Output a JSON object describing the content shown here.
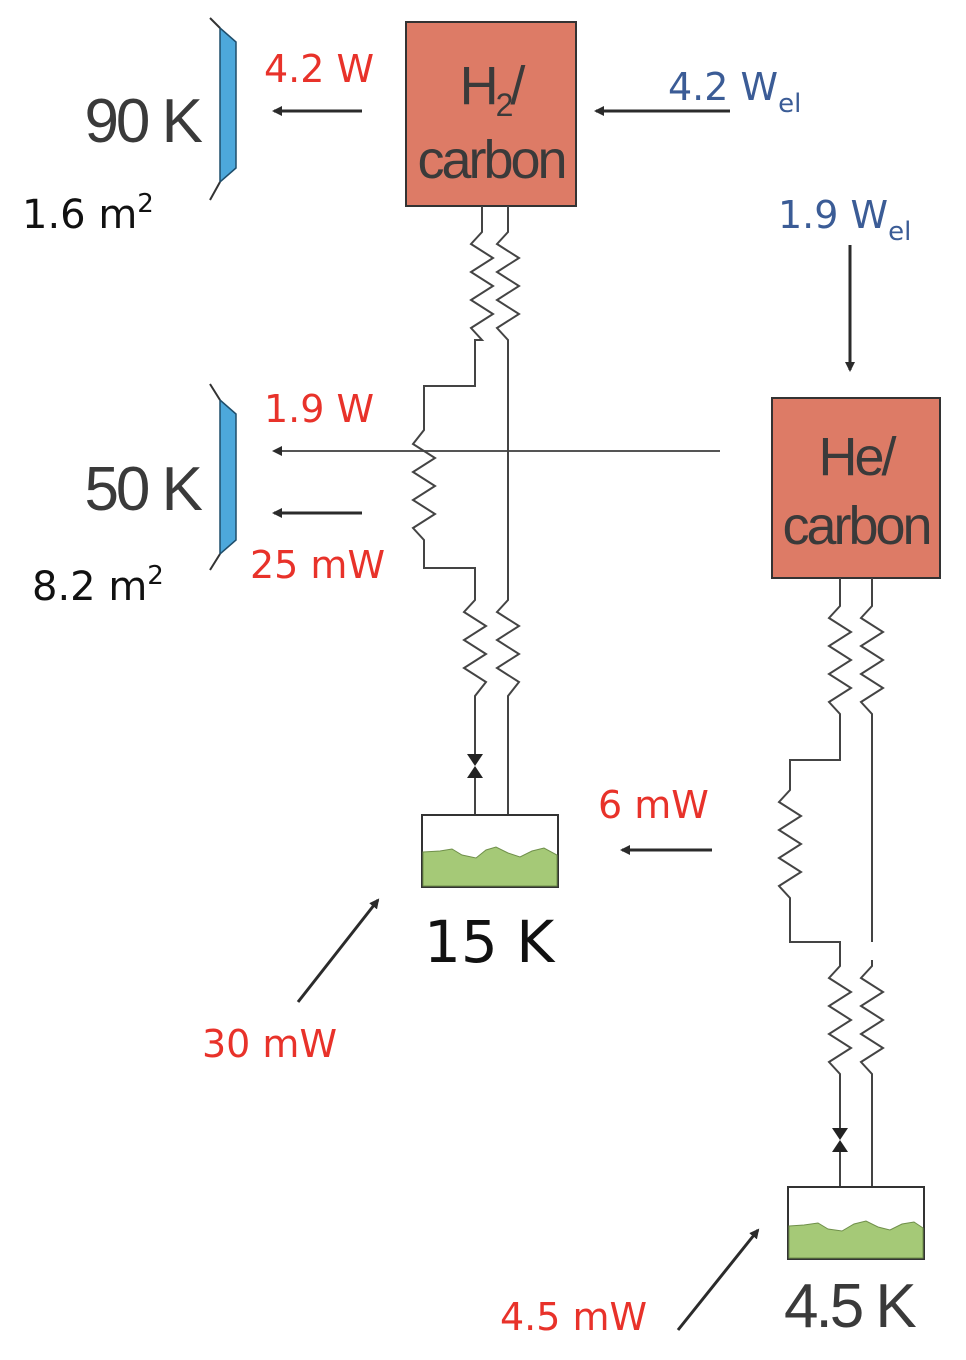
{
  "stages": {
    "stage90": {
      "temperature": "90 K",
      "area": "1.6 m",
      "area_exp": "2"
    },
    "stage50": {
      "temperature": "50 K",
      "area": "8.2 m",
      "area_exp": "2"
    }
  },
  "coolers": {
    "h2": {
      "line1_base": "H",
      "line1_sub": "2",
      "line1_tail": "/",
      "line2": "carbon"
    },
    "he": {
      "line1": "He/",
      "line2": "carbon"
    }
  },
  "heat_flows": {
    "h2_reject": "4.2 W",
    "he_reject": "1.9 W",
    "conduction_50k": "25 mW",
    "load_15k_side": "6 mW",
    "load_15k": "30 mW",
    "load_4k": "4.5 mW"
  },
  "inputs": {
    "h2_power": {
      "value": "4.2 W",
      "sub": "el"
    },
    "he_power": {
      "value": "1.9 W",
      "sub": "el"
    }
  },
  "baths": {
    "bath15": {
      "temperature": "15 K"
    },
    "bath4": {
      "temperature": "4.5 K"
    }
  },
  "colors": {
    "radiator": "#4da8db",
    "cooler": "#dd7b66",
    "liquid": "#a5c977",
    "heat_label": "#e8322a",
    "power_label": "#3b5c96"
  },
  "icons": [
    "arrow-left-icon",
    "arrow-down-icon",
    "arrow-diagonal-icon",
    "valve-icon",
    "resistor-icon"
  ]
}
